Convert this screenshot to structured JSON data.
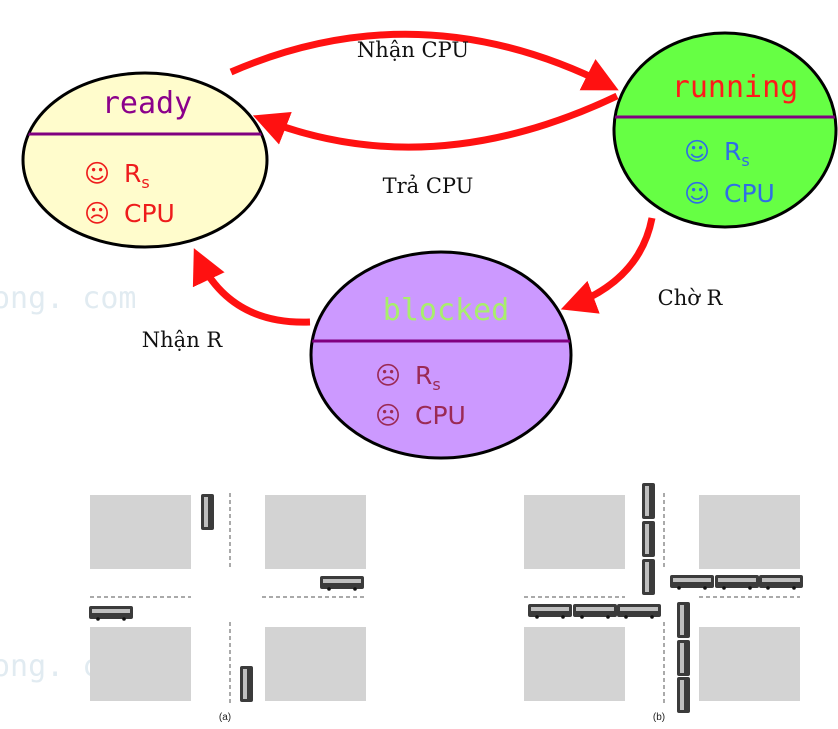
{
  "watermark": {
    "line1": "ong. com",
    "line2": "ong. com"
  },
  "states": {
    "ready": {
      "name": "ready",
      "fill": "#fffccc",
      "name_color": "#8b008b",
      "res_face": "☺",
      "res_label": "R",
      "res_sub": "s",
      "res_color": "#ee1c1c",
      "cpu_face": "☹",
      "cpu_label": "CPU",
      "cpu_color": "#ee1c1c"
    },
    "running": {
      "name": "running",
      "fill": "#66ff44",
      "name_color": "#ff1a1a",
      "res_face": "☺",
      "res_label": "R",
      "res_sub": "s",
      "res_color": "#2f6de6",
      "cpu_face": "☺",
      "cpu_label": "CPU",
      "cpu_color": "#2f6de6"
    },
    "blocked": {
      "name": "blocked",
      "fill": "#cc99ff",
      "name_color": "#a8ee6c",
      "res_face": "☹",
      "res_label": "R",
      "res_sub": "s",
      "res_color": "#9b2a55",
      "cpu_face": "☹",
      "cpu_label": "CPU",
      "cpu_color": "#9b2a55"
    }
  },
  "transitions": {
    "ready_to_running": "Nhận CPU",
    "running_to_ready": "Trả CPU",
    "running_to_blocked": "Chờ R",
    "blocked_to_ready": "Nhận R"
  },
  "arrow_color": "#ff1111",
  "divider_color": "#800080",
  "intersections": {
    "caption_a": "(a)",
    "caption_b": "(b)"
  }
}
